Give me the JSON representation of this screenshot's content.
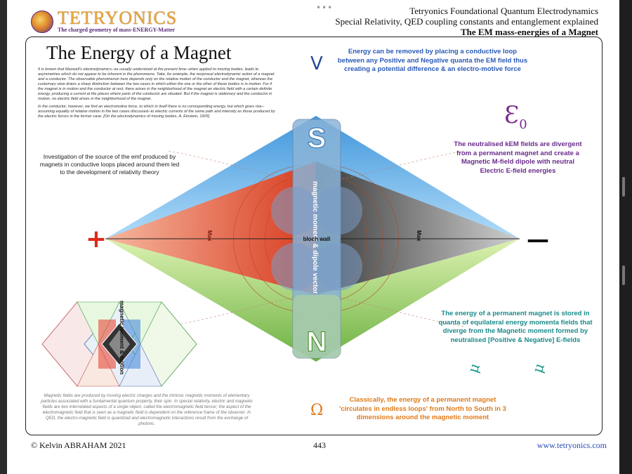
{
  "header": {
    "brand": "TETRYONICS",
    "tagline": "The charged geometry of mass-ENERGY-Matter",
    "line1": "Tetryonics Foundational Quantum Electrodynamics",
    "line2": "Special Relativity, QED coupling constants and entanglement explained",
    "line3": "The EM mass-energies of a Magnet"
  },
  "title": "The Energy of a Magnet",
  "quote": {
    "p1": "It is known that Maxwell's electrodynamics--as usually understood at the present time--when applied to moving bodies, leads to asymmetries which do not appear to be inherent in the phenomena. Take, for example, the reciprocal electrodynamic action of a magnet and a conductor. The observable phenomenon here depends only on the relative motion of the conductor and the magnet, whereas the customary view draws a sharp distinction between the two cases in which either the one or the other of these bodies is in motion. For if the magnet is in motion and the conductor at rest, there arises in the neighborhood of the magnet an electric field with a certain definite energy, producing a current at the places where parts of the conductor are situated. But if the magnet is stationary and the conductor in motion, no electric field arises in the neighborhood of the magnet.",
    "p2": "In the conductor, however, we find an electromotive force, to which in itself there is no corresponding energy, but which gives rise--assuming equality of relative motion in the two cases discussed--to electric currents of the same path and intensity as those produced by the electric forces in the former case.",
    "cite": "[On the electrodynamics of moving bodies, A. Einstein, 1905]"
  },
  "investigation": "Investigation of the source of the emf produced by magnets in conductive loops placed around them led to the development of relativity theory",
  "notes": {
    "top": "Energy can be removed by placing a conductive loop between any Positive and Negative quanta the EM field thus creating a potential difference & an electro-motive force",
    "neutral": "The neutralised kEM fields are divergent from a permanent magnet and create a Magnetic M-field dipole with neutral Electric E-field energies",
    "stored": "The energy of a permanent magnet is stored in quanta of equilateral energy momenta fields that diverge from the Magnetic moment formed by neutralised [Positive & Negative] E-fields",
    "classical": "Classically, the energy of a permanent magnet 'circulates in endless loops' from North to South in 3 dimensions around the magnetic moment"
  },
  "bottom_text": "Magnetic fields are produced by moving electric charges and the intrinsic magnetic moments of elementary particles associated with a fundamental quantum property, their spin. In special relativity, electric and magnetic fields are two interrelated aspects of a single object, called the electromagnetic field tensor; the aspect of the electromagnetic field that is seen as a magnetic field is dependent on the reference frame of the observer. In QED, the electro-magnetic field is quantized and electromagnetic interactions result from the exchange of photons.",
  "diagram": {
    "pole_s": "S",
    "pole_n": "N",
    "bar_label": "magnetic moment & dipole vector",
    "bloch": "bloch wall",
    "max_left": "Max",
    "max_right": "Max",
    "plus": "+",
    "minus": "—",
    "small_label": "magnetic moment & motion"
  },
  "symbols": {
    "v": "V",
    "e": "Ɛ",
    "e_sub": "0",
    "omega": "Ω",
    "mu": "μ"
  },
  "footer": {
    "copyright": "© Kelvin ABRAHAM 2021",
    "page": "443",
    "url": "www.tetryonics.com"
  },
  "colors": {
    "positive": "#e0452a",
    "negative": "#555555",
    "south": "#3aa0e0",
    "north": "#6ab82a",
    "bar": "#8ab4d8"
  }
}
